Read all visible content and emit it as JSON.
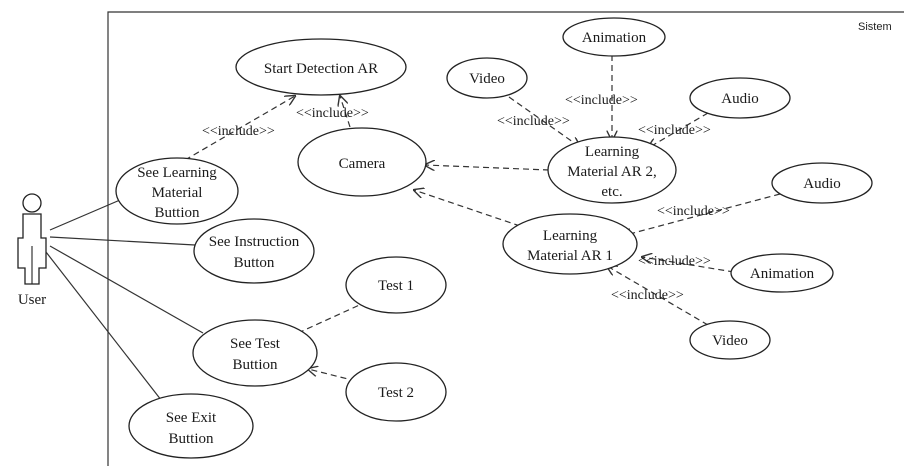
{
  "system": {
    "label": "Sistem"
  },
  "actor": {
    "label": "User"
  },
  "use_cases": {
    "start_detection": [
      "Start Detection AR"
    ],
    "animation_top": [
      "Animation"
    ],
    "video_top": [
      "Video"
    ],
    "audio_top": [
      "Audio"
    ],
    "camera": [
      "Camera"
    ],
    "see_learning": [
      "See Learning",
      "Material",
      "Buttion"
    ],
    "material2": [
      "Learning",
      "Material AR 2,",
      "etc."
    ],
    "audio_right": [
      "Audio"
    ],
    "see_instruction": [
      "See Instruction",
      "Button"
    ],
    "material1": [
      "Learning",
      "Material AR 1"
    ],
    "animation_right": [
      "Animation"
    ],
    "test1": [
      "Test 1"
    ],
    "see_test": [
      "See Test",
      "Buttion"
    ],
    "video_bottom": [
      "Video"
    ],
    "test2": [
      "Test 2"
    ],
    "see_exit": [
      "See Exit",
      "Buttion"
    ]
  },
  "relations": {
    "include": "<<include>>"
  }
}
